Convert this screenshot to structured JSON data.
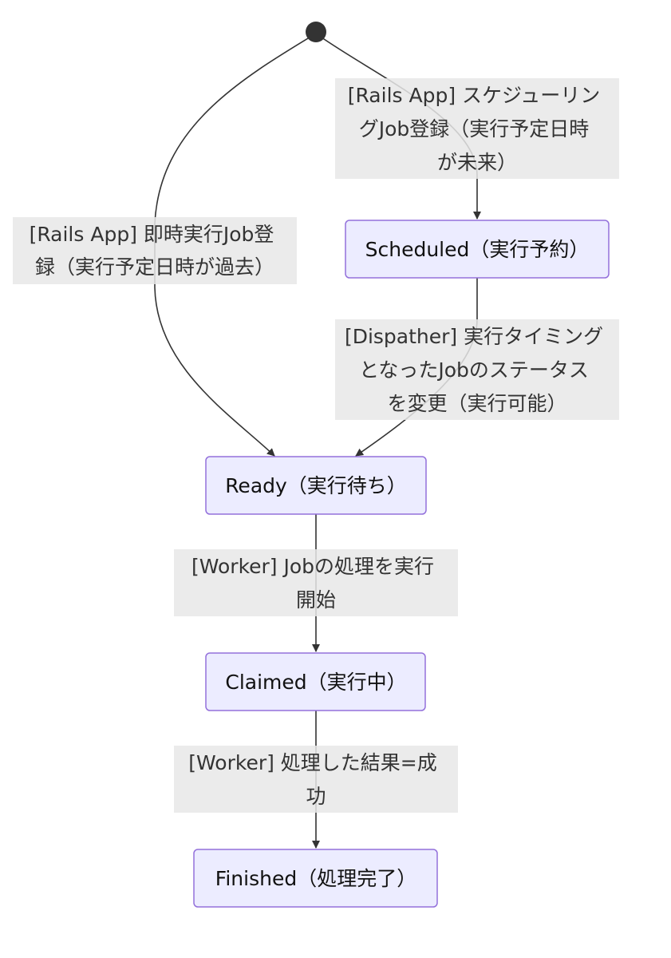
{
  "states": {
    "scheduled": "Scheduled（実行予約）",
    "ready": "Ready（実行待ち）",
    "claimed": "Claimed（実行中）",
    "finished": "Finished（処理完了）"
  },
  "transitions": {
    "start_to_scheduled": [
      "[Rails App] スケジューリン",
      "グJob登録（実行予定日時",
      "が未来）"
    ],
    "start_to_ready": [
      "[Rails App] 即時実行Job登",
      "録（実行予定日時が過去）"
    ],
    "scheduled_to_ready": [
      "[Dispather] 実行タイミング",
      "となったJobのステータス",
      "を変更（実行可能）"
    ],
    "ready_to_claimed": [
      "[Worker] Jobの処理を実行",
      "開始"
    ],
    "claimed_to_finished": [
      "[Worker] 処理した結果=成",
      "功"
    ]
  },
  "colors": {
    "state_fill": "#ececff",
    "state_border": "#9370db",
    "edge": "#333333",
    "label_background": "#e8e8e8",
    "start_dot": "#333333"
  }
}
